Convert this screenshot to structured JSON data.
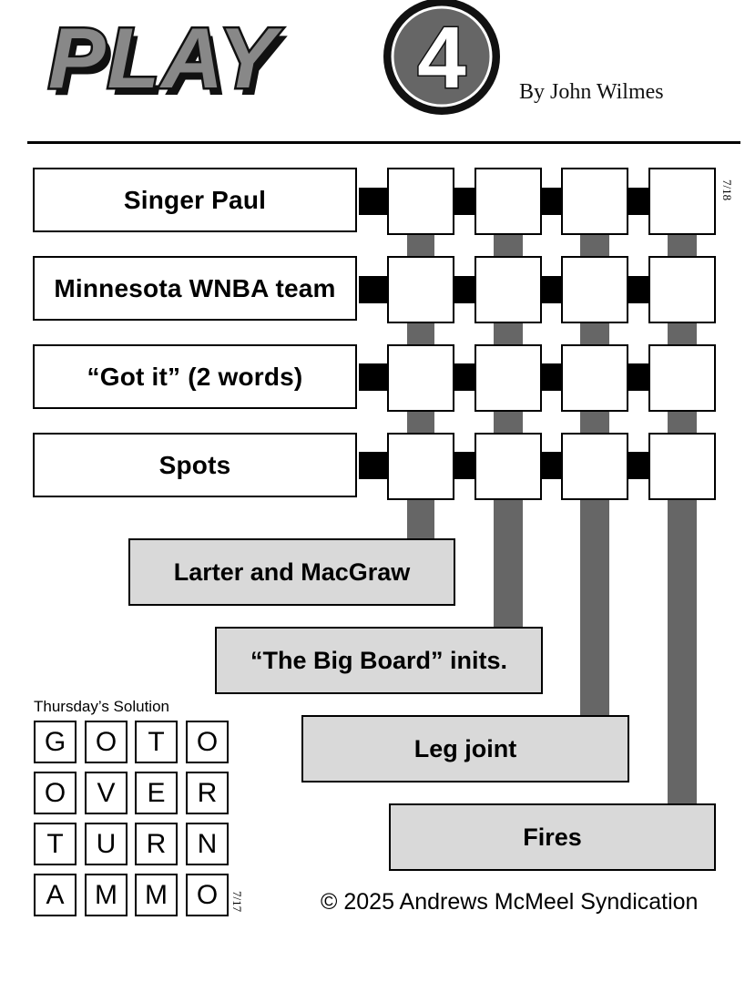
{
  "header": {
    "logo_text": "PLAY",
    "logo_number": "4",
    "byline": "By John Wilmes"
  },
  "puzzle": {
    "date": "7/18",
    "across_clues": [
      "Singer Paul",
      "Minnesota WNBA team",
      "“Got it” (2 words)",
      "Spots"
    ],
    "down_clues": [
      "Larter and MacGraw",
      "“The Big Board” inits.",
      "Leg joint",
      "Fires"
    ]
  },
  "solution": {
    "title": "Thursday’s Solution",
    "date": "7/17",
    "rows": [
      [
        "G",
        "O",
        "T",
        "O"
      ],
      [
        "O",
        "V",
        "E",
        "R"
      ],
      [
        "T",
        "U",
        "R",
        "N"
      ],
      [
        "A",
        "M",
        "M",
        "O"
      ]
    ]
  },
  "footer": {
    "copyright": "© 2025 Andrews McMeel Syndication"
  },
  "colors": {
    "gray_bar": "#666666",
    "down_clue_fill": "#d9d9d9"
  }
}
